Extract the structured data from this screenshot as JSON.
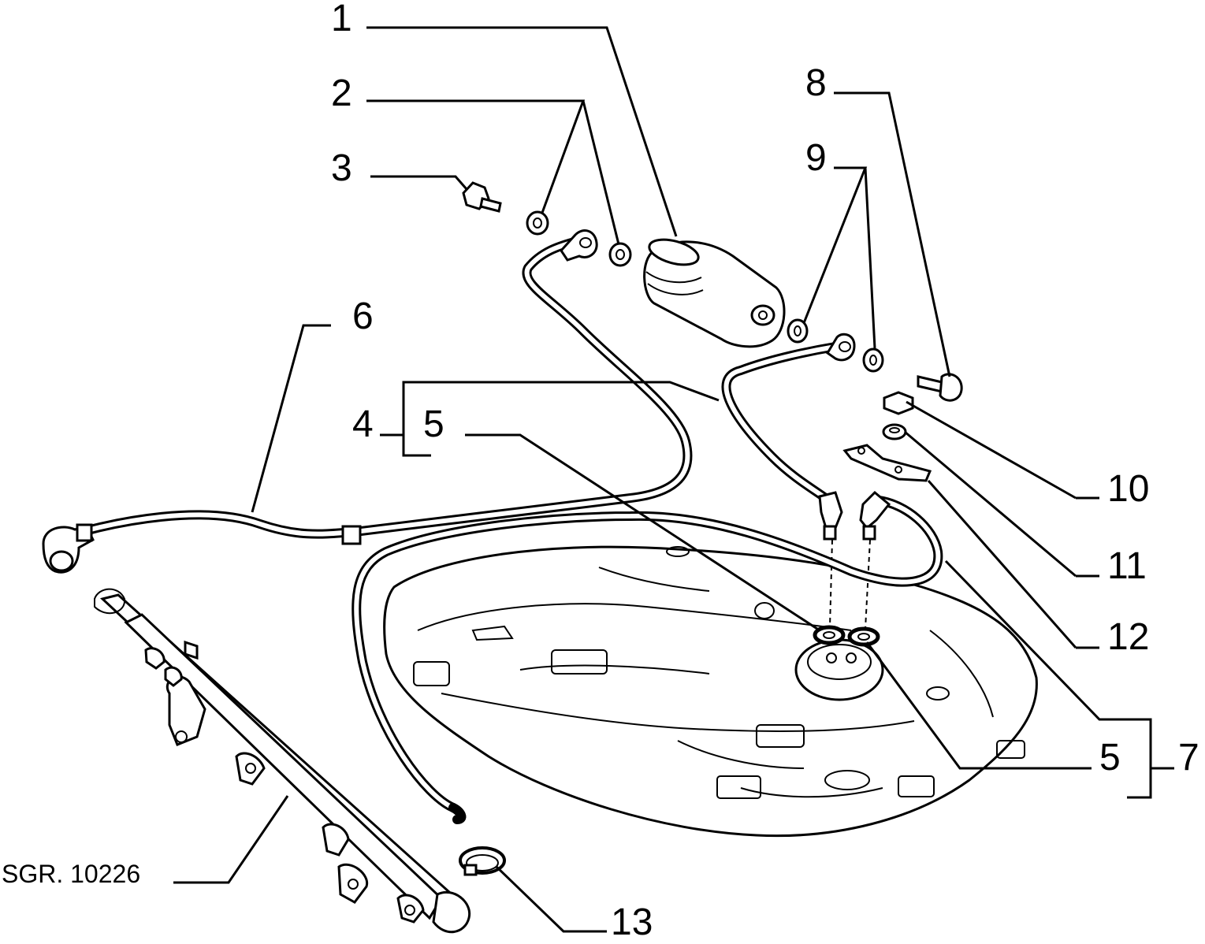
{
  "diagram": {
    "reference": "SGR. 10226",
    "callouts": {
      "c1": "1",
      "c2": "2",
      "c3": "3",
      "c4": "4",
      "c5a": "5",
      "c5b": "5",
      "c6": "6",
      "c7": "7",
      "c8": "8",
      "c9": "9",
      "c10": "10",
      "c11": "11",
      "c12": "12",
      "c13": "13"
    }
  }
}
